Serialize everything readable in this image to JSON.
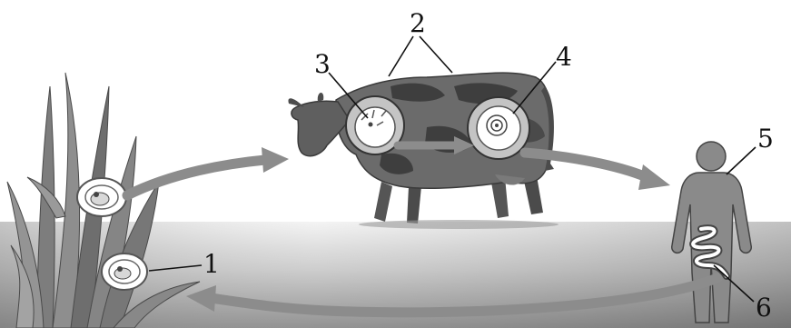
{
  "labels": {
    "l1": "1",
    "l2": "2",
    "l3": "3",
    "l4": "4",
    "l5": "5",
    "l6": "6"
  },
  "colors": {
    "arrow": "#8c8c8c",
    "cow": "#6b6b6b",
    "cow_patch": "#3e3e3e",
    "human": "#8a8a8a",
    "plant": "#7a7a7a",
    "ground_top": "#ececec",
    "ground_bottom": "#6e6e6e"
  }
}
